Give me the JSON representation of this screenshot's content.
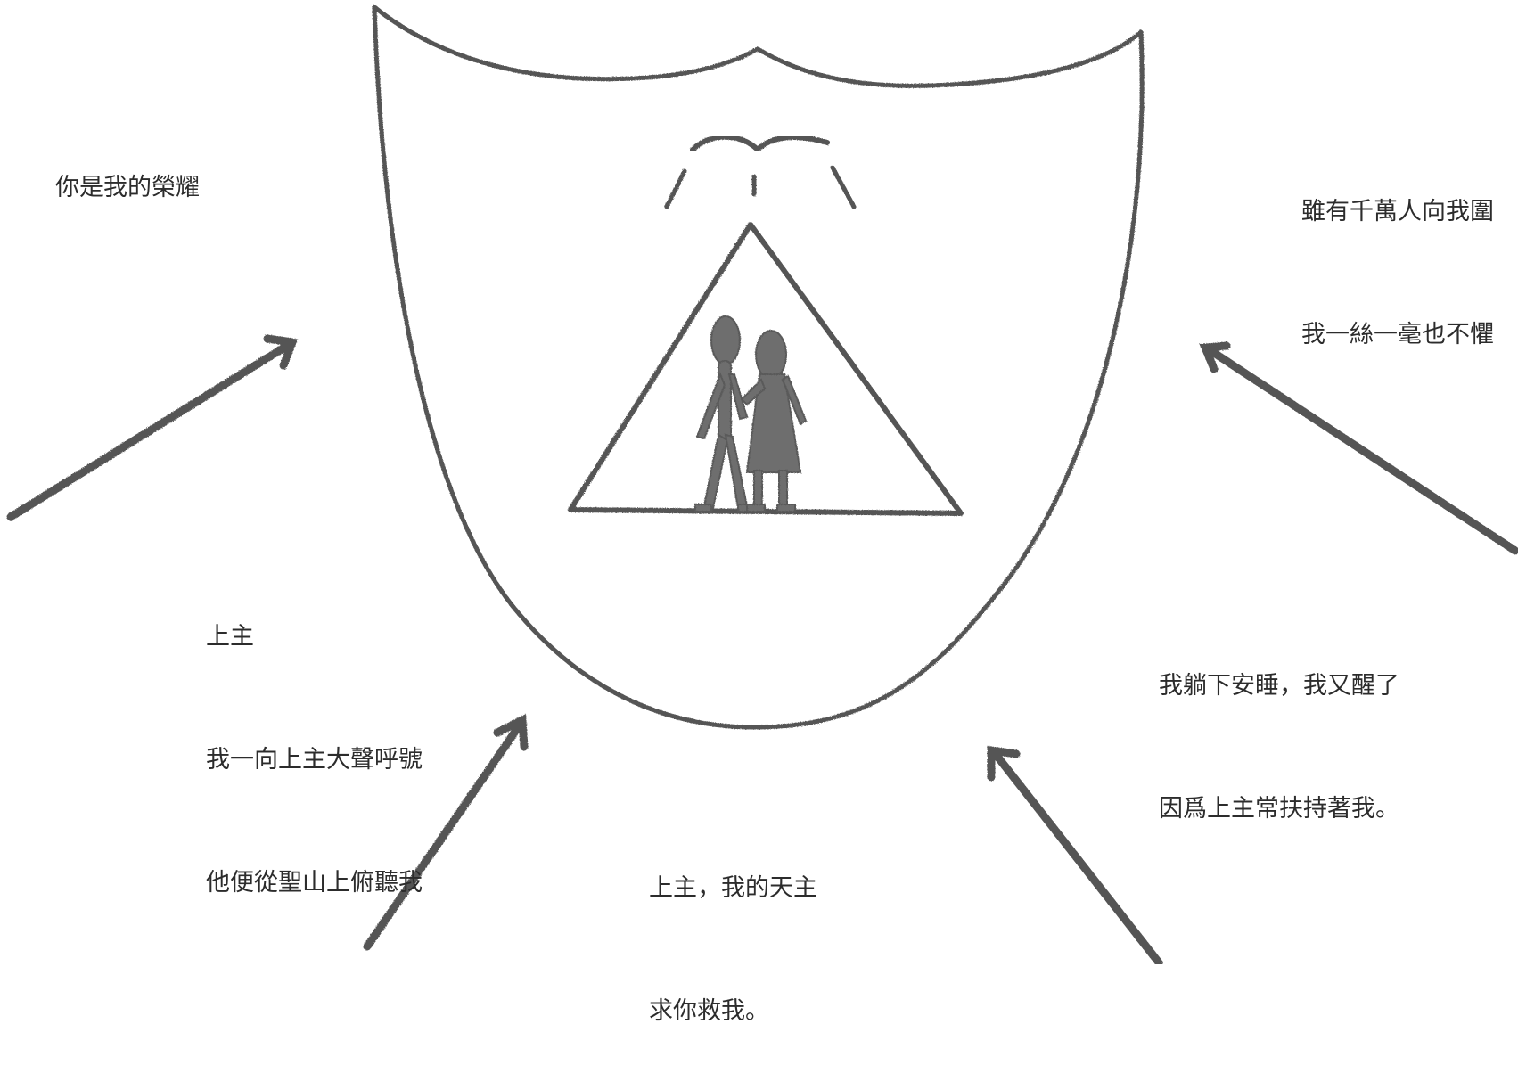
{
  "colors": {
    "ink": "#555555",
    "figure_fill": "#6e6e6e",
    "text": "#2c2c2c",
    "background": "#ffffff"
  },
  "shield": {
    "icon": "shield-icon",
    "inner": {
      "open_book": "open-book-icon",
      "light_rays": "light-rays-icon",
      "triangle": "triangle-icon",
      "figures": [
        "man-figure-icon",
        "woman-figure-icon"
      ]
    }
  },
  "arrows": [
    {
      "name": "arrow-upper-left",
      "points_to": "shield"
    },
    {
      "name": "arrow-upper-right",
      "points_to": "shield"
    },
    {
      "name": "arrow-lower-left",
      "points_to": "shield"
    },
    {
      "name": "arrow-lower-right",
      "points_to": "shield"
    }
  ],
  "notes": {
    "glory": [
      "你是我的榮耀"
    ],
    "crowd": [
      "雖有千萬人向我圍",
      "我一絲一毫也不懼"
    ],
    "cry": [
      "上主",
      "我一向上主大聲呼號",
      "他便從聖山上俯聽我"
    ],
    "sleep": [
      "我躺下安睡，我又醒了",
      "因爲上主常扶持著我。"
    ],
    "save": [
      "上主，我的天主",
      "求你救我。"
    ]
  }
}
